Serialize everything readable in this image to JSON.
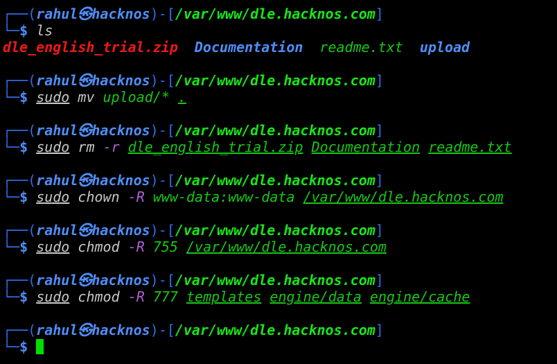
{
  "prompt": {
    "top_prefix": "┌──(",
    "user": "rahul",
    "at": "㉿",
    "host": "hacknos",
    "mid": ")-[",
    "cwd": "/var/www/dle.hacknos.com",
    "end": "]",
    "bottom_prefix": "└─",
    "dollar": "$"
  },
  "commands": {
    "c1": {
      "cmd": "ls"
    },
    "c2": {
      "sudo": "sudo",
      "cmd": "mv",
      "arg1": "upload/*",
      "arg2": "."
    },
    "c3": {
      "sudo": "sudo",
      "cmd": "rm",
      "flag": "-r",
      "arg1": "dle_english_trial.zip",
      "arg2": "Documentation",
      "arg3": "readme.txt"
    },
    "c4": {
      "sudo": "sudo",
      "cmd": "chown",
      "flag": "-R",
      "arg1": "www-data:www-data",
      "arg2": "/var/www/dle.hacknos.com"
    },
    "c5": {
      "sudo": "sudo",
      "cmd": "chmod",
      "flag": "-R",
      "arg1": "755",
      "arg2": "/var/www/dle.hacknos.com"
    },
    "c6": {
      "sudo": "sudo",
      "cmd": "chmod",
      "flag": "-R",
      "arg1": "777",
      "arg2": "templates",
      "arg3": "engine/data",
      "arg4": "engine/cache"
    }
  },
  "ls_output": [
    "dle_english_trial.zip",
    "Documentation",
    "readme.txt",
    "upload"
  ],
  "colors": {
    "background": "#000000",
    "prompt_blue": "#4f8ef7",
    "path_green": "#17e617",
    "zip_red": "#f01818",
    "flag_purple": "#b061d8",
    "cursor_green": "#00e000"
  }
}
